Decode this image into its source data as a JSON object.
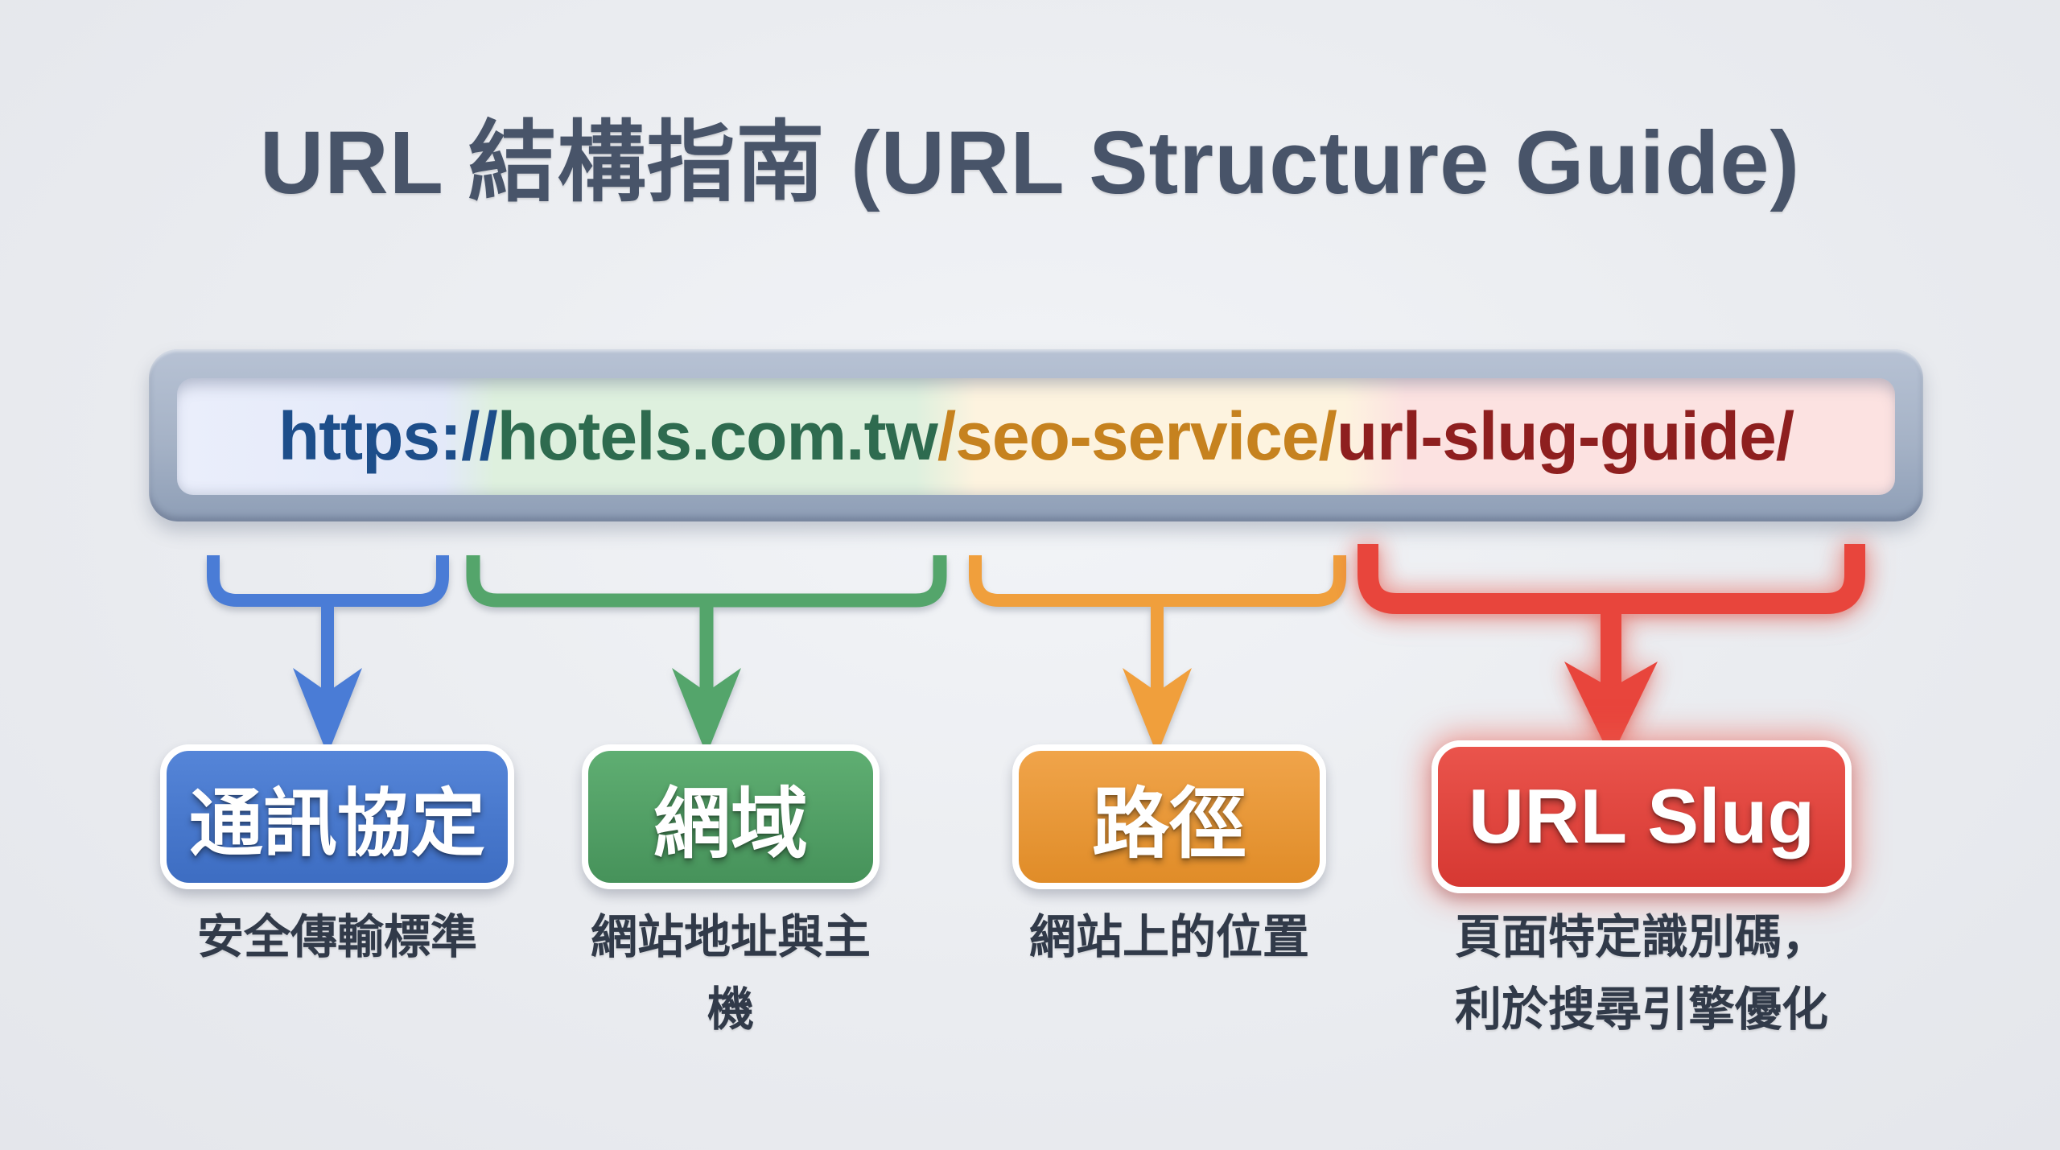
{
  "title": "URL 結構指南 (URL Structure Guide)",
  "url_bar": {
    "full_url": "https://hotels.com.tw/seo-service/url-slug-guide/",
    "segments": [
      {
        "id": "protocol",
        "text": "https://",
        "text_color": "#1d4e8a",
        "tint": "#e3e9f9"
      },
      {
        "id": "domain",
        "text": "hotels.com.tw",
        "text_color": "#2e6b4f",
        "tint": "#def0de"
      },
      {
        "id": "path",
        "text": "/seo-service/",
        "text_color": "#c6821f",
        "tint": "#fdf3df"
      },
      {
        "id": "slug",
        "text": "url-slug-guide/",
        "text_color": "#8e1f1f",
        "tint": "#fce2e1"
      }
    ]
  },
  "columns": [
    {
      "id": "protocol",
      "box_label": "通訊協定",
      "accent": "#4a7cd6",
      "description_lines": [
        "安全傳輸標準"
      ]
    },
    {
      "id": "domain",
      "box_label": "網域",
      "accent": "#54a56b",
      "description_lines": [
        "網站地址與主機"
      ]
    },
    {
      "id": "path",
      "box_label": "路徑",
      "accent": "#f09f3c",
      "description_lines": [
        "網站上的位置"
      ]
    },
    {
      "id": "slug",
      "box_label": "URL Slug",
      "accent": "#e8453c",
      "description_lines": [
        "頁面特定識別碼，",
        "利於搜尋引擎優化"
      ]
    }
  ],
  "palette": {
    "background": "#e9ebef",
    "title_text": "#485469",
    "urlbar_frame": "#a5b2c6",
    "description_text": "#313a49"
  }
}
